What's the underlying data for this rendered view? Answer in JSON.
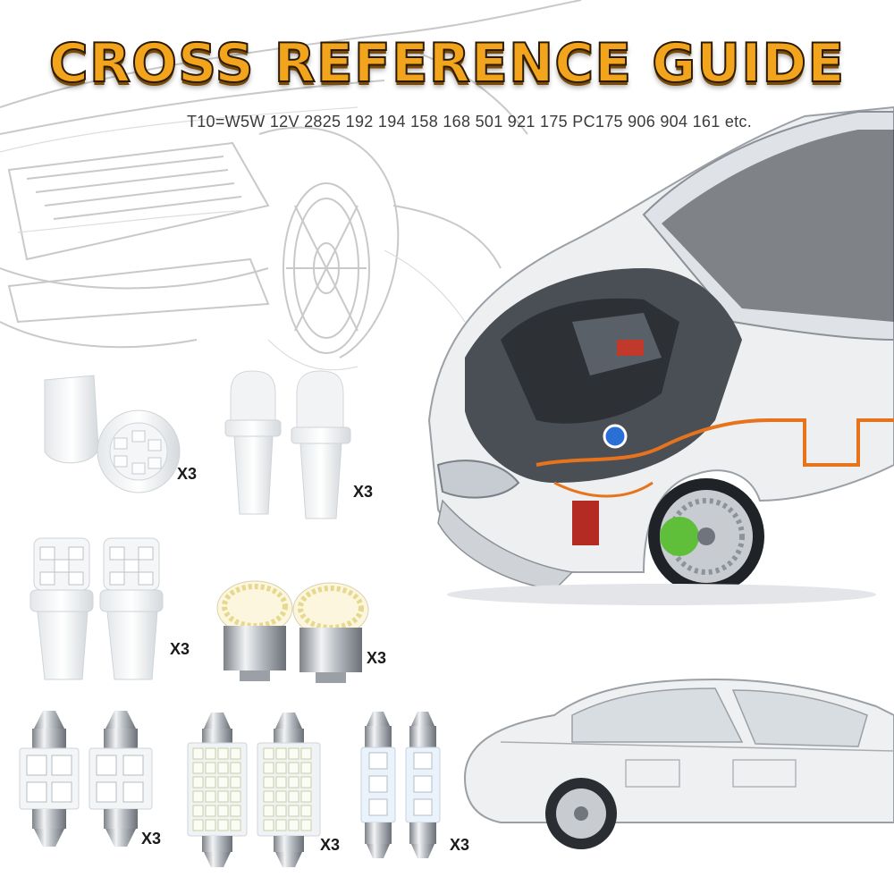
{
  "title": "CROSS REFERENCE GUIDE",
  "subtitle": "T10=W5W 12V 2825 192 194 158 168 501 921 175 PC175 906 904 161 etc.",
  "bulbs": [
    {
      "name": "t10-wedge-6smd",
      "quantity": "X3"
    },
    {
      "name": "t10-wedge-dome",
      "quantity": "X3"
    },
    {
      "name": "t10-wedge-5smd",
      "quantity": "X3"
    },
    {
      "name": "ba15s-22smd",
      "quantity": "X3"
    },
    {
      "name": "festoon-31mm-4smd",
      "quantity": "X3"
    },
    {
      "name": "festoon-41mm-24smd",
      "quantity": "X3"
    },
    {
      "name": "festoon-36mm-3smd",
      "quantity": "X3"
    }
  ],
  "colors": {
    "title": "#f2a51c",
    "title_outline": "#2b1b05",
    "accent_wire": "#e8731d",
    "brake": "#5fbf3a"
  }
}
